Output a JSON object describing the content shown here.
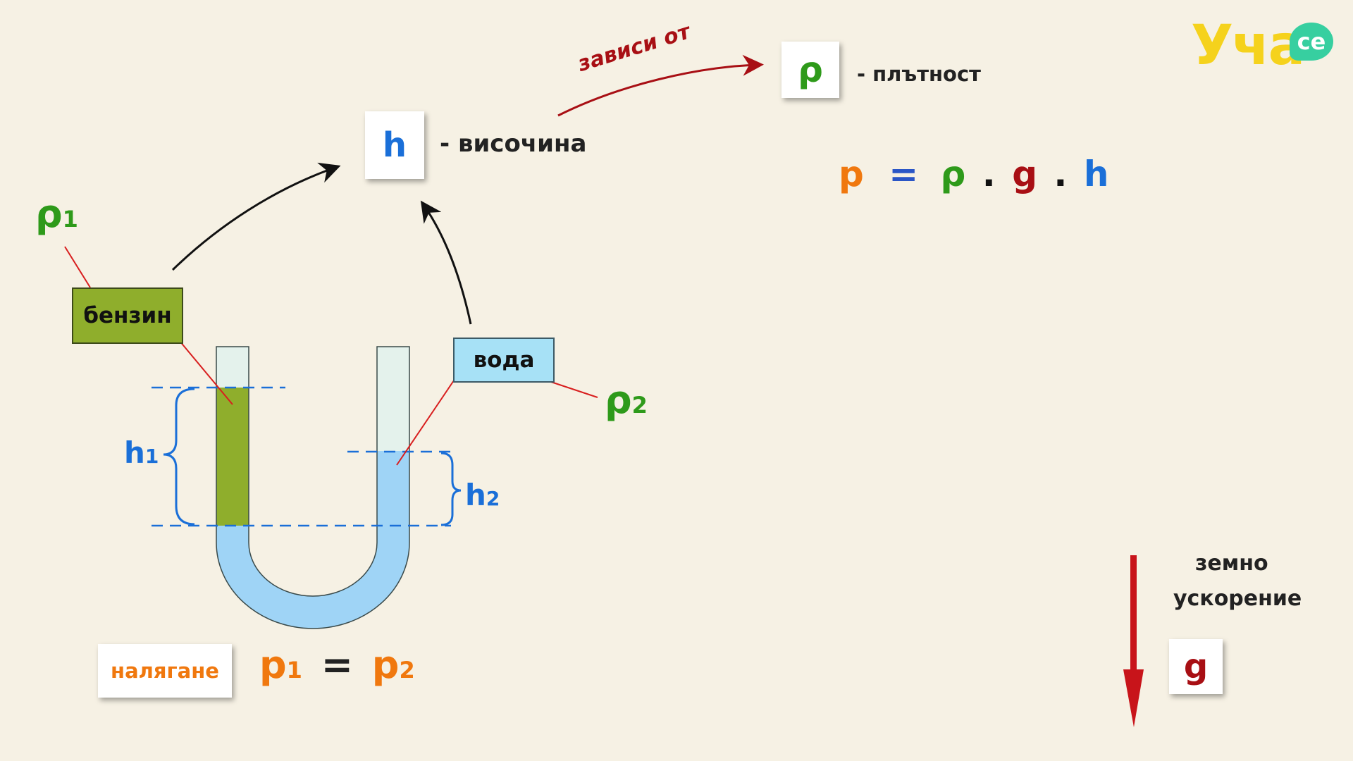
{
  "logo": {
    "text": "Уча",
    "bubble": "се"
  },
  "cards": {
    "h": "h",
    "rho": "ρ",
    "g": "g",
    "pressure": "налягане"
  },
  "labels": {
    "height": "- височина",
    "density": "- плътност",
    "depends_on": "зависи от",
    "gravity_line1": "земно",
    "gravity_line2": "ускорение",
    "petrol": "бензин",
    "water": "вода",
    "rho1": "ρ",
    "rho1_sub": "1",
    "rho2": "ρ",
    "rho2_sub": "2",
    "h1": "h",
    "h1_sub": "1",
    "h2": "h",
    "h2_sub": "2"
  },
  "formula": {
    "p": "p",
    "eq": "=",
    "rho": "ρ",
    "dot1": ".",
    "g": "g",
    "dot2": ".",
    "h": "h"
  },
  "equality": {
    "p1": "p",
    "p1_sub": "1",
    "eq": "=",
    "p2": "p",
    "p2_sub": "2"
  },
  "colors": {
    "green": "#2e9a1a",
    "blue": "#1a6fd8",
    "orange": "#f0780e",
    "darkred": "#a80f14",
    "petrol": "#8fae2c",
    "water": "#9fd4f6",
    "red": "#d81e1e"
  }
}
